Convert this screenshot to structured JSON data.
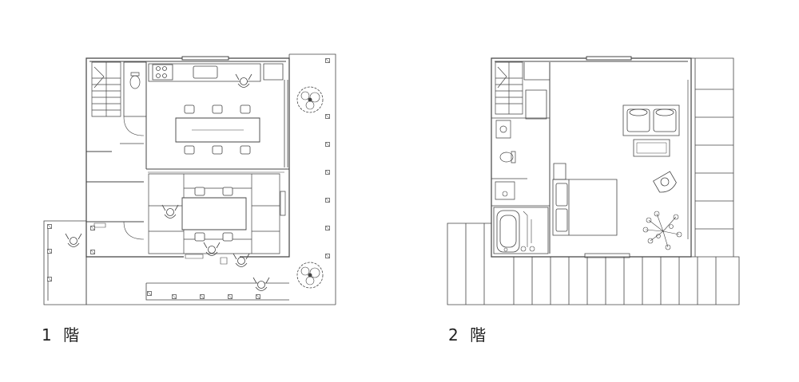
{
  "floors": [
    {
      "id": "1f",
      "label": "1 階"
    },
    {
      "id": "2f",
      "label": "2 階"
    }
  ],
  "style": {
    "line_color": "#444444",
    "background": "#ffffff"
  }
}
